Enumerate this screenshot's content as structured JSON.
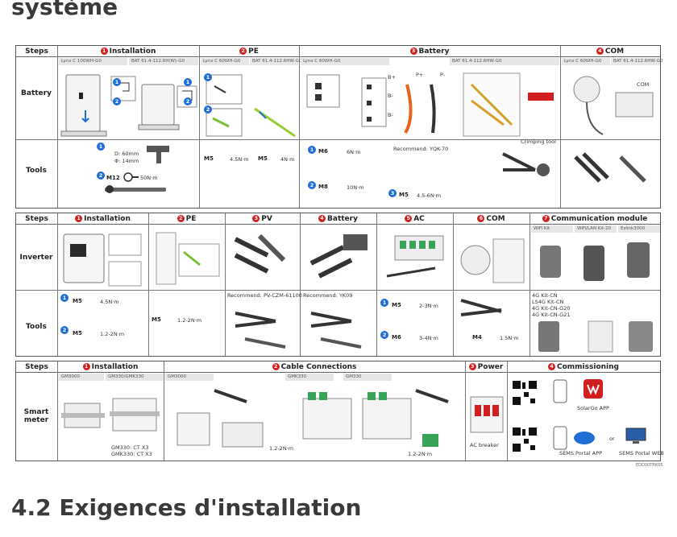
{
  "headings": {
    "top": "système",
    "bottom": "4.2 Exigences d'installation"
  },
  "t1": {
    "steps": "Steps",
    "cols": [
      {
        "n": "1",
        "label": "Installation"
      },
      {
        "n": "2",
        "label": "PE"
      },
      {
        "n": "3",
        "label": "Battery"
      },
      {
        "n": "4",
        "label": "COM"
      }
    ],
    "subs": [
      "Lynx C 100WH-G0",
      "BAT 61.4-112.6H(W)-G0",
      "Lynx C 60WH-G0",
      "BAT 61.4-112.6HW-G0",
      "Lynx C 60WH-G0",
      "BAT 61.4-112.6HW-G0",
      "Lynx C 60WH-G0",
      "BAT 61.4-112.6HW-G0"
    ],
    "rows": [
      "Battery",
      "Tools"
    ],
    "dims": [
      "D: 60mm",
      "Φ: 14mm"
    ],
    "torques": {
      "m12": "M12",
      "m12v": "50N·m",
      "m5a": "M5",
      "m5av": "4.5N·m",
      "m5b": "M5",
      "m5bv": "4N·m",
      "m6a": "M6",
      "m6av": "6N·m",
      "m8": "M8",
      "m8v": "10N·m",
      "m5c": "M5",
      "m5cv": "4.5-6N·m"
    },
    "recommend": "Recommend: YQK-70",
    "crimp": "Crimping tool",
    "comlabel": "COM",
    "bplus": "B+",
    "bminus": "B-",
    "pplus": "P+",
    "pminus": "P-"
  },
  "t2": {
    "steps": "Steps",
    "cols": [
      {
        "n": "1",
        "label": "Installation"
      },
      {
        "n": "2",
        "label": "PE"
      },
      {
        "n": "3",
        "label": "PV"
      },
      {
        "n": "4",
        "label": "Battery"
      },
      {
        "n": "5",
        "label": "AC"
      },
      {
        "n": "6",
        "label": "COM"
      },
      {
        "n": "7",
        "label": "Communication module"
      }
    ],
    "modsubs": [
      "WiFi Kit",
      "WiFi/LAN Kit-20",
      "Ezlink3000"
    ],
    "rows": [
      "Inverter",
      "Tools"
    ],
    "rec_pv": "Recommend: PV-CZM-61100",
    "rec_bat": "Recommend: YK09",
    "torques": {
      "m5a": "M5",
      "m5av": "4.5N·m",
      "m5b": "M5",
      "m5bv": "1.2-2N·m",
      "m5c": "M5",
      "m5cv": "1.2-2N·m",
      "m5d": "M5",
      "m5dv": "2-3N·m",
      "m6": "M6",
      "m6v": "3-4N·m",
      "m4": "M4",
      "m4v": "1.5N·m"
    },
    "kits": [
      "4G Kit-CN",
      "LS4G Kit-CN",
      "4G Kit-CN-G20",
      "4G Kit-CN-G21"
    ]
  },
  "t3": {
    "steps": "Steps",
    "cols": [
      {
        "n": "1",
        "label": "Installation"
      },
      {
        "n": "2",
        "label": "Cable Connections"
      },
      {
        "n": "3",
        "label": "Power"
      },
      {
        "n": "4",
        "label": "Commissioning"
      }
    ],
    "subs": [
      "GM3000",
      "GM330/GMK330",
      "GM3000",
      "GMK330",
      "GM330"
    ],
    "row": "Smart meter",
    "ct": [
      "GM330: CT X3",
      "GMK330: CT X3"
    ],
    "t1": "1.2-2N·m",
    "t2": "1.2-2N·m",
    "breaker": "AC breaker",
    "app1": "SolarGo APP",
    "app2": "SEMS Portal APP",
    "or": "or",
    "web": "SEMS Portal WEB",
    "code": "EDD00TRK05"
  }
}
